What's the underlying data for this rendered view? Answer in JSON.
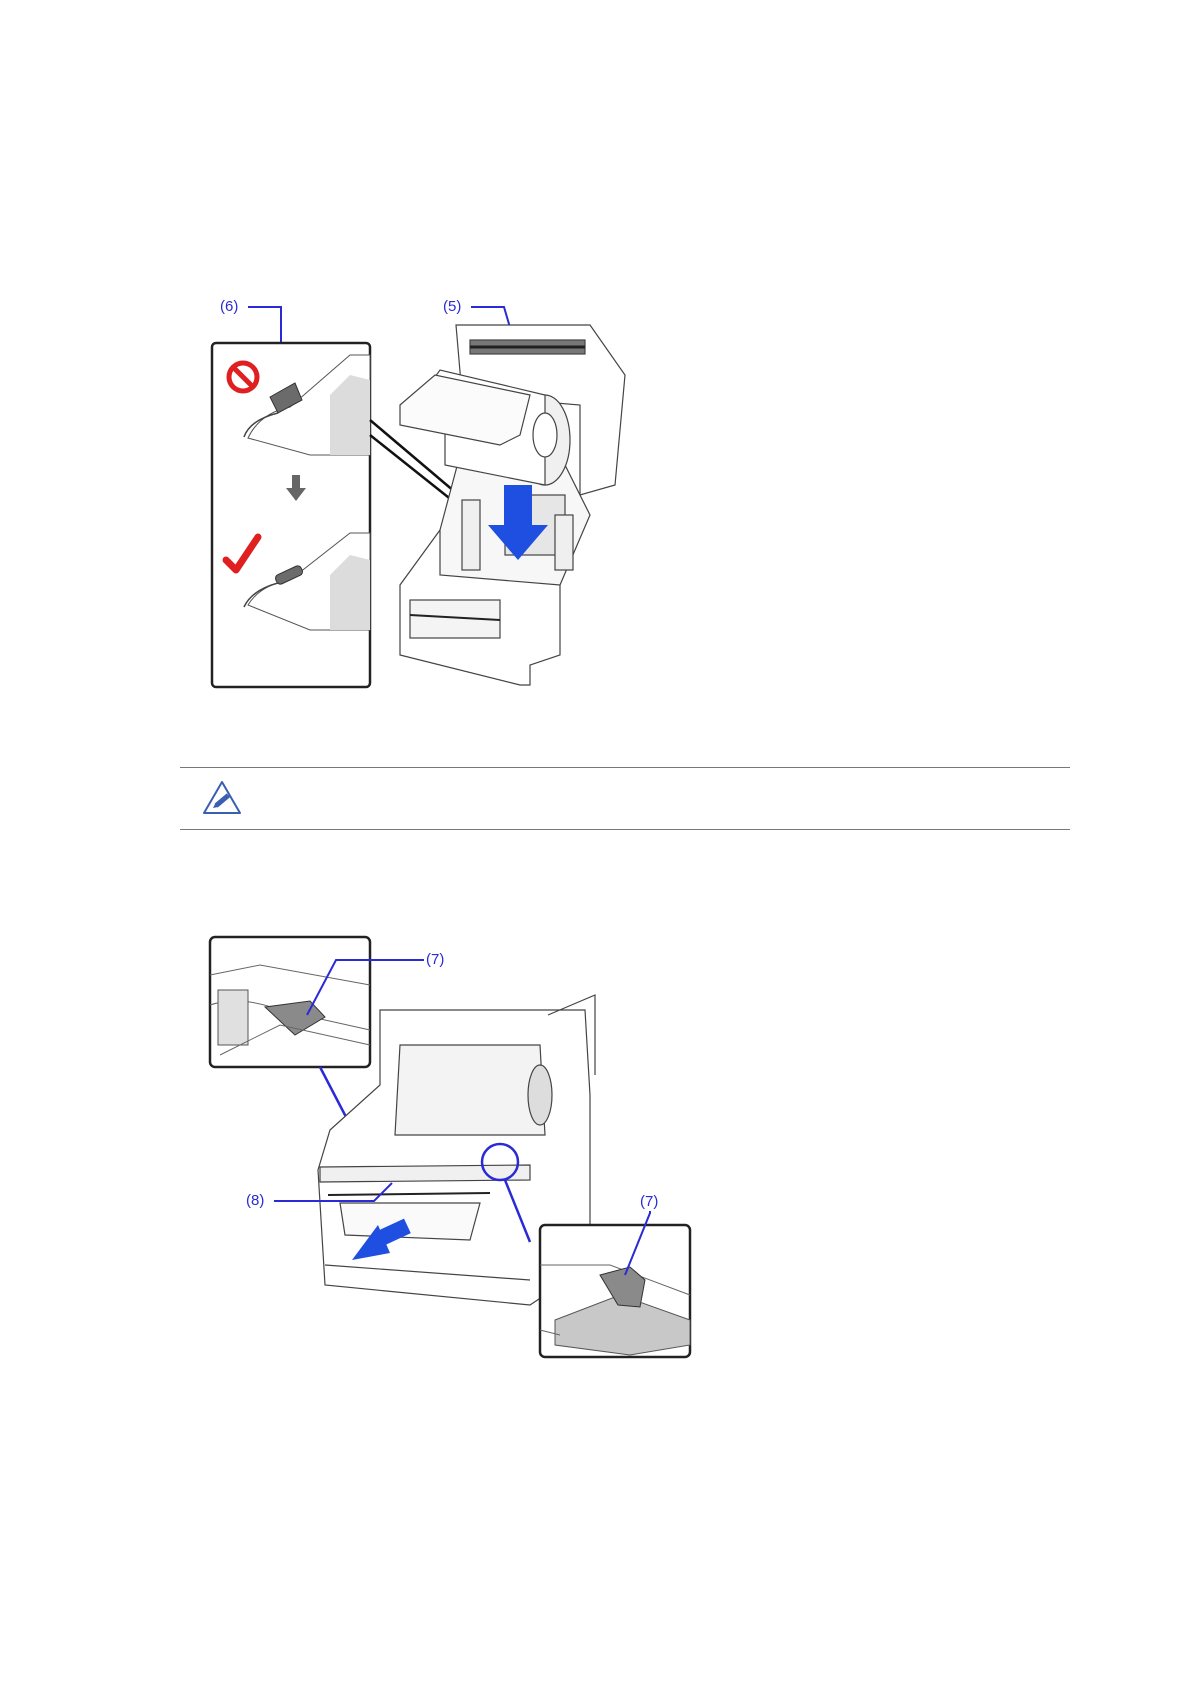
{
  "figure1": {
    "callouts": {
      "c6": "(6)",
      "c5": "(5)"
    }
  },
  "note": {
    "icon": "pencil-note-icon",
    "text": ""
  },
  "figure2": {
    "callouts": {
      "c7a": "(7)",
      "c8": "(8)",
      "c7b": "(7)"
    }
  },
  "colors": {
    "callout": "#2a2ad6",
    "arrow_blue": "#1f4fe0",
    "prohibit_red": "#e02020",
    "check_red": "#e02020",
    "line": "#333333"
  }
}
